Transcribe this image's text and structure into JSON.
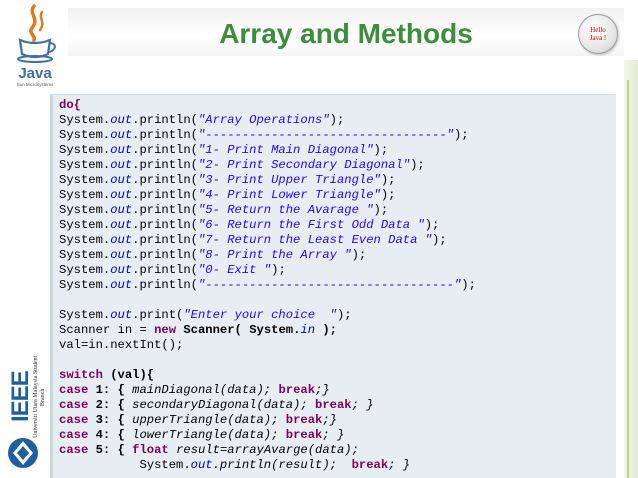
{
  "slide": {
    "title": "Array and Methods",
    "badge": {
      "line1": "Hello",
      "line2": "Java !"
    },
    "logos": {
      "java_word": "Java",
      "java_sub": "Sun Microsystems",
      "ieee_word": "IEEE",
      "university": "Universiti Utara Malaysia Student Branch"
    }
  },
  "code": [
    [
      {
        "t": "do{",
        "c": "kw"
      }
    ],
    [
      {
        "t": "System."
      },
      {
        "t": "out",
        "c": "fld"
      },
      {
        "t": ".println("
      },
      {
        "t": "\"Array Operations\"",
        "c": "str"
      },
      {
        "t": ");"
      }
    ],
    [
      {
        "t": "System."
      },
      {
        "t": "out",
        "c": "fld"
      },
      {
        "t": ".println("
      },
      {
        "t": "\"---------------------------------\"",
        "c": "str"
      },
      {
        "t": ");"
      }
    ],
    [
      {
        "t": "System."
      },
      {
        "t": "out",
        "c": "fld"
      },
      {
        "t": ".println("
      },
      {
        "t": "\"1- Print Main Diagonal\"",
        "c": "str"
      },
      {
        "t": ");"
      }
    ],
    [
      {
        "t": "System."
      },
      {
        "t": "out",
        "c": "fld"
      },
      {
        "t": ".println("
      },
      {
        "t": "\"2- Print Secondary Diagonal\"",
        "c": "str"
      },
      {
        "t": ");"
      }
    ],
    [
      {
        "t": "System."
      },
      {
        "t": "out",
        "c": "fld"
      },
      {
        "t": ".println("
      },
      {
        "t": "\"3- Print Upper Triangle\"",
        "c": "str"
      },
      {
        "t": ");"
      }
    ],
    [
      {
        "t": "System."
      },
      {
        "t": "out",
        "c": "fld"
      },
      {
        "t": ".println("
      },
      {
        "t": "\"4- Print Lower Triangle\"",
        "c": "str"
      },
      {
        "t": ");"
      }
    ],
    [
      {
        "t": "System."
      },
      {
        "t": "out",
        "c": "fld"
      },
      {
        "t": ".println("
      },
      {
        "t": "\"5- Return the Avarage \"",
        "c": "str"
      },
      {
        "t": ");"
      }
    ],
    [
      {
        "t": "System."
      },
      {
        "t": "out",
        "c": "fld"
      },
      {
        "t": ".println("
      },
      {
        "t": "\"6- Return the First Odd Data \"",
        "c": "str"
      },
      {
        "t": ");"
      }
    ],
    [
      {
        "t": "System."
      },
      {
        "t": "out",
        "c": "fld"
      },
      {
        "t": ".println("
      },
      {
        "t": "\"7- Return the Least Even Data \"",
        "c": "str"
      },
      {
        "t": ");"
      }
    ],
    [
      {
        "t": "System."
      },
      {
        "t": "out",
        "c": "fld"
      },
      {
        "t": ".println("
      },
      {
        "t": "\"8- Print the Array \"",
        "c": "str"
      },
      {
        "t": ");"
      }
    ],
    [
      {
        "t": "System."
      },
      {
        "t": "out",
        "c": "fld"
      },
      {
        "t": ".println("
      },
      {
        "t": "\"0- Exit \"",
        "c": "str"
      },
      {
        "t": ");"
      }
    ],
    [
      {
        "t": "System."
      },
      {
        "t": "out",
        "c": "fld"
      },
      {
        "t": ".println("
      },
      {
        "t": "\"----------------------------------\"",
        "c": "str"
      },
      {
        "t": ");"
      }
    ],
    [
      {
        "t": ""
      }
    ],
    [
      {
        "t": "System."
      },
      {
        "t": "out",
        "c": "fld"
      },
      {
        "t": ".print("
      },
      {
        "t": "\"Enter your choice  \"",
        "c": "str"
      },
      {
        "t": ");"
      }
    ],
    [
      {
        "t": "Scanner in = "
      },
      {
        "t": "new",
        "c": "kw"
      },
      {
        "t": " "
      },
      {
        "t": "Scanner(",
        "c": "bold"
      },
      {
        "t": " "
      },
      {
        "t": "System.",
        "c": "bold"
      },
      {
        "t": "in",
        "c": "fld"
      },
      {
        "t": " );",
        "c": "bold"
      }
    ],
    [
      {
        "t": "val=in.nextInt();"
      }
    ],
    [
      {
        "t": ""
      }
    ],
    [
      {
        "t": "switch",
        "c": "kw"
      },
      {
        "t": " (val){",
        "c": "bold"
      }
    ],
    [
      {
        "t": "case",
        "c": "kw"
      },
      {
        "t": " 1: { ",
        "c": "bold"
      },
      {
        "t": "mainDiagonal(data);",
        "c": "call"
      },
      {
        "t": " "
      },
      {
        "t": "break",
        "c": "kw"
      },
      {
        "t": ";}",
        "c": "call"
      }
    ],
    [
      {
        "t": "case",
        "c": "kw"
      },
      {
        "t": " 2: { ",
        "c": "bold"
      },
      {
        "t": "secondaryDiagonal(data);",
        "c": "call"
      },
      {
        "t": " "
      },
      {
        "t": "break",
        "c": "kw"
      },
      {
        "t": "; }",
        "c": "call"
      }
    ],
    [
      {
        "t": "case",
        "c": "kw"
      },
      {
        "t": " 3: { ",
        "c": "bold"
      },
      {
        "t": "upperTriangle(data);",
        "c": "call"
      },
      {
        "t": " "
      },
      {
        "t": "break",
        "c": "kw"
      },
      {
        "t": ";}",
        "c": "call"
      }
    ],
    [
      {
        "t": "case",
        "c": "kw"
      },
      {
        "t": " 4: { ",
        "c": "bold"
      },
      {
        "t": "lowerTriangle(data);",
        "c": "call"
      },
      {
        "t": " "
      },
      {
        "t": "break",
        "c": "kw"
      },
      {
        "t": "; }",
        "c": "call"
      }
    ],
    [
      {
        "t": "case",
        "c": "kw"
      },
      {
        "t": " 5: { ",
        "c": "bold"
      },
      {
        "t": "float",
        "c": "kw"
      },
      {
        "t": " "
      },
      {
        "t": "result=arrayAvarge(data);",
        "c": "call"
      }
    ],
    [
      {
        "t": "           System."
      },
      {
        "t": "out",
        "c": "fld"
      },
      {
        "t": ".println(result);",
        "c": "call"
      },
      {
        "t": "  "
      },
      {
        "t": "break",
        "c": "kw"
      },
      {
        "t": "; }",
        "c": "call"
      }
    ]
  ],
  "colors": {
    "title": "#3b8e3b",
    "keyword": "#7f0055",
    "field": "#0000c0",
    "string": "#2a00ff",
    "panel": "#e6eef4",
    "badge_text": "#c00000",
    "ieee_blue": "#1f5fa0"
  },
  "icons": [
    "java-cup-icon",
    "ieee-logo-icon",
    "hello-java-badge"
  ]
}
